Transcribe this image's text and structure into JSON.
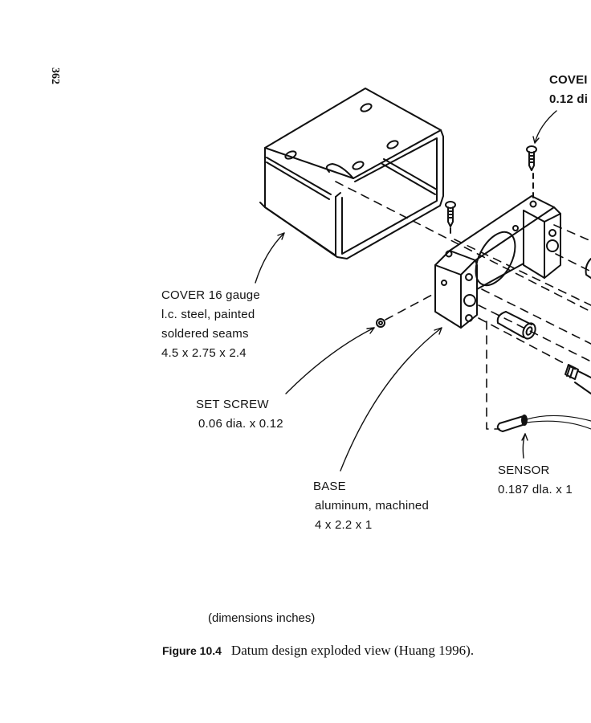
{
  "page": {
    "number": "362"
  },
  "figure": {
    "callouts": {
      "cover_fastener": {
        "lines": [
          "COVEI",
          "0.12 di"
        ]
      },
      "cover": {
        "lines": [
          "COVER 16 gauge",
          "l.c. steel, painted",
          "soldered seams",
          "4.5 x 2.75 x 2.4"
        ]
      },
      "set_screw": {
        "lines": [
          "SET SCREW",
          "0.06 dia. x 0.12"
        ]
      },
      "base": {
        "lines": [
          "BASE",
          "aluminum, machined",
          "4 x 2.2 x 1"
        ]
      },
      "sensor": {
        "lines": [
          "SENSOR",
          "0.187 dla. x 1"
        ]
      }
    },
    "units_note": "(dimensions inches)",
    "caption": {
      "label": "Figure 10.4",
      "text": "Datum design exploded view (Huang 1996)."
    }
  }
}
